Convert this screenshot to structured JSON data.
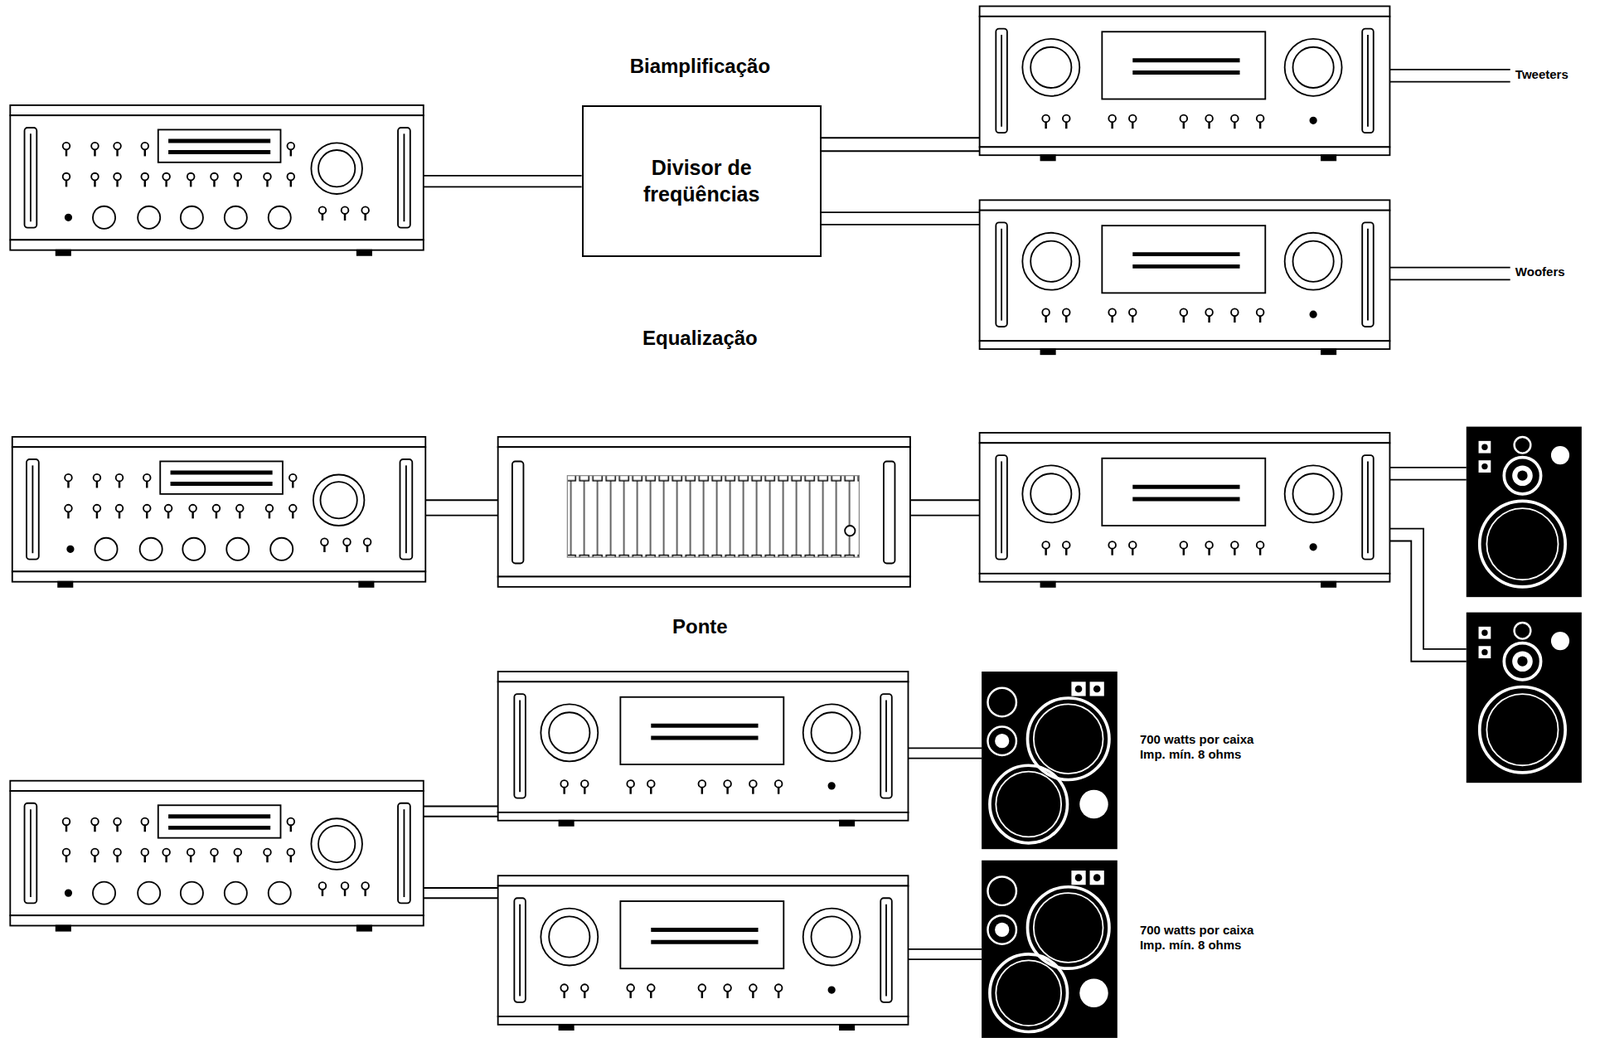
{
  "diagram": {
    "nodes": [
      {
        "text": [
          "Divisor de freqüências"
        ]
      }
    ],
    "labels": [
      "Biamplificação",
      "Tweeters",
      "Woofers",
      "Equalização",
      "Ponte",
      "700 watts por caixa Imp. mín. 8 ohms",
      "700 watts por caixa Imp. mín. 8 ohms"
    ]
  }
}
